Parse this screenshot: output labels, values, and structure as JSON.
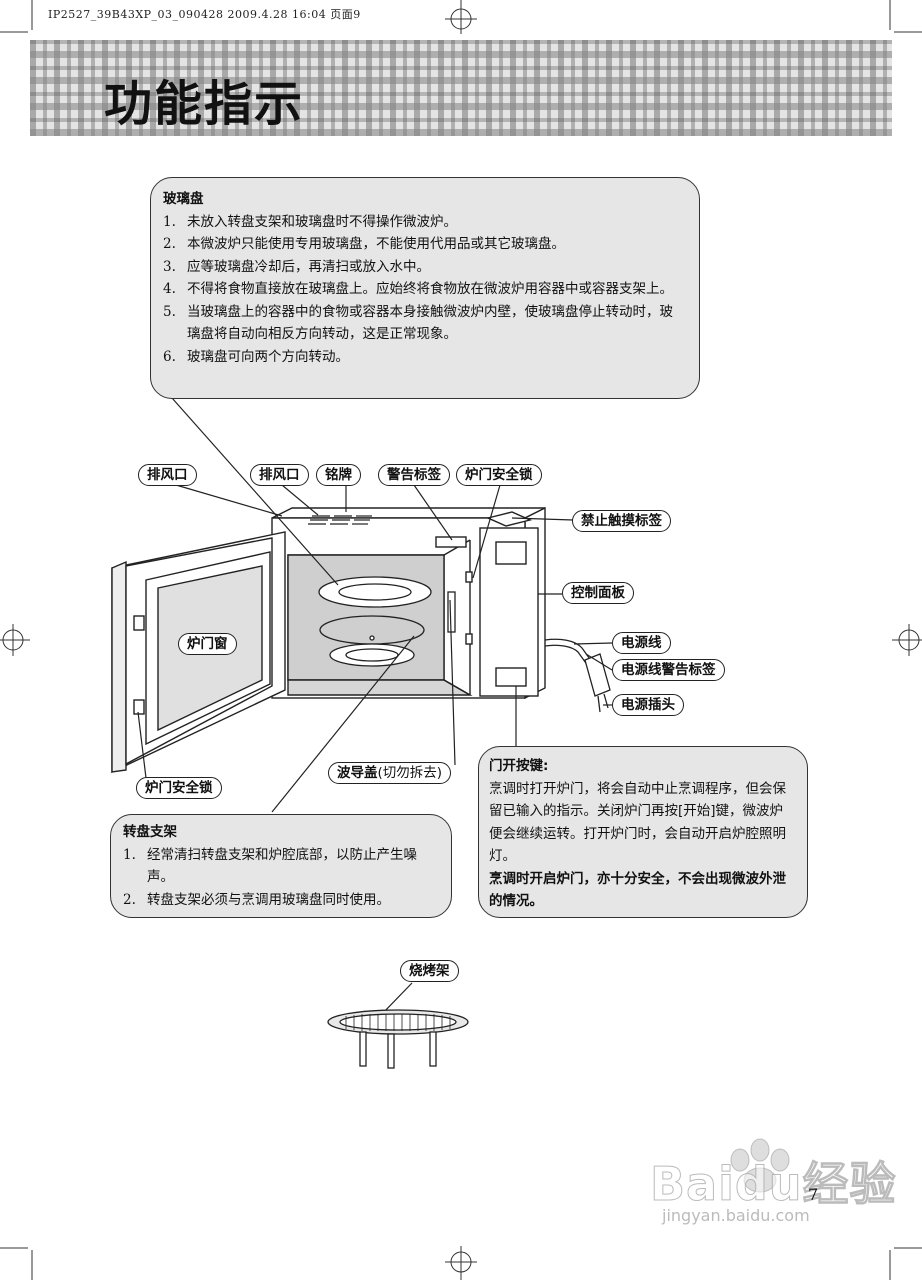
{
  "print_header": "IP2527_39B43XP_03_090428  2009.4.28 16:04  页面9",
  "banner": {
    "title": "功能指示"
  },
  "glass_tray": {
    "title": "玻璃盘",
    "items": [
      {
        "num": "1.",
        "text": "未放入转盘支架和玻璃盘时不得操作微波炉。"
      },
      {
        "num": "2.",
        "text": "本微波炉只能使用专用玻璃盘，不能使用代用品或其它玻璃盘。"
      },
      {
        "num": "3.",
        "text": "应等玻璃盘冷却后，再清扫或放入水中。"
      },
      {
        "num": "4.",
        "text": "不得将食物直接放在玻璃盘上。应始终将食物放在微波炉用容器中或容器支架上。"
      },
      {
        "num": "5.",
        "text": "当玻璃盘上的容器中的食物或容器本身接触微波炉内壁，使玻璃盘停止转动时，玻璃盘将自动向相反方向转动，这是正常现象。"
      },
      {
        "num": "6.",
        "text": "玻璃盘可向两个方向转动。"
      }
    ]
  },
  "callouts": {
    "vent_left": "排风口",
    "vent_right": "排风口",
    "nameplate": "铭牌",
    "warning_label": "警告标签",
    "door_lock_top": "炉门安全锁",
    "no_touch_label": "禁止触摸标签",
    "control_panel": "控制面板",
    "power_cord": "电源线",
    "power_cord_warning": "电源线警告标签",
    "power_plug": "电源插头",
    "door_window": "炉门窗",
    "door_lock_bottom": "炉门安全锁",
    "waveguide_cover": "波导盖",
    "waveguide_note": "(切勿拆去)",
    "grill_rack": "烧烤架"
  },
  "turntable_support": {
    "title": "转盘支架",
    "items": [
      {
        "num": "1.",
        "text": "经常清扫转盘支架和炉腔底部，以防止产生噪声。"
      },
      {
        "num": "2.",
        "text": "转盘支架必须与烹调用玻璃盘同时使用。"
      }
    ]
  },
  "door_open_button": {
    "title": "门开按键:",
    "body": "烹调时打开炉门，将会自动中止烹调程序，但会保留已输入的指示。关闭炉门再按[开始]键，微波炉便会继续运转。打开炉门时，会自动开启炉腔照明灯。",
    "bold": "烹调时开启炉门，亦十分安全，不会出现微波外泄的情况。"
  },
  "page_number": "7",
  "watermark": {
    "brand": "Baidu经验",
    "url": "jingyan.baidu.com"
  }
}
